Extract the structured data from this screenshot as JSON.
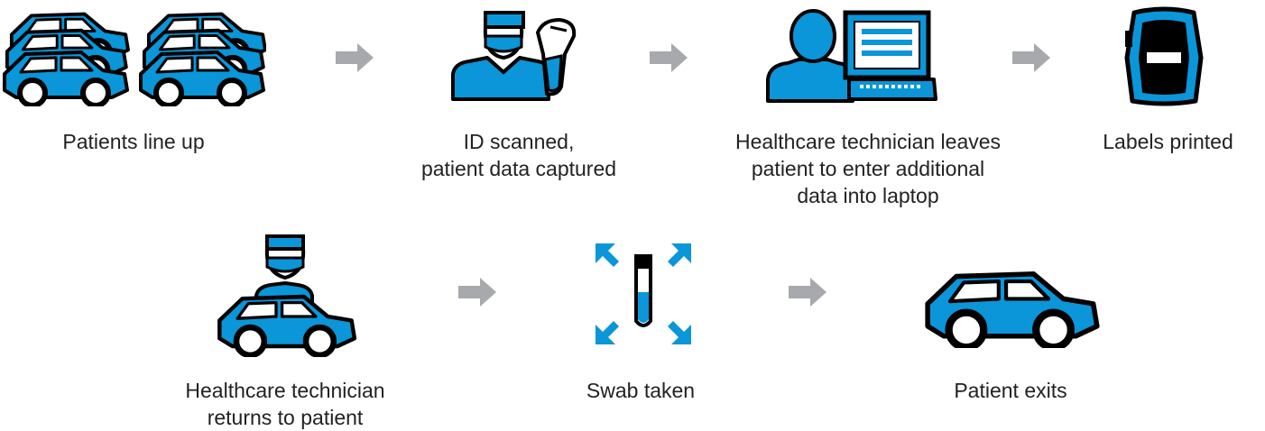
{
  "colors": {
    "accent": "#0a96d8",
    "stroke": "#000000",
    "arrow": "#a7a9ac",
    "text": "#222222"
  },
  "steps_row1": [
    {
      "icon": "car-queue-icon",
      "label": "Patients line up"
    },
    {
      "icon": "technician-barcode-scanner-icon",
      "label": "ID scanned,\npatient data captured"
    },
    {
      "icon": "person-laptop-icon",
      "label": "Healthcare technician leaves\npatient to enter additional\ndata into laptop"
    },
    {
      "icon": "label-printer-icon",
      "label": "Labels printed"
    }
  ],
  "steps_row2": [
    {
      "icon": "technician-car-icon",
      "label": "Healthcare technician\nreturns to patient"
    },
    {
      "icon": "swab-test-tube-icon",
      "label": "Swab taken"
    },
    {
      "icon": "car-icon",
      "label": "Patient exits"
    }
  ],
  "arrow_icon": "right-arrow-icon"
}
